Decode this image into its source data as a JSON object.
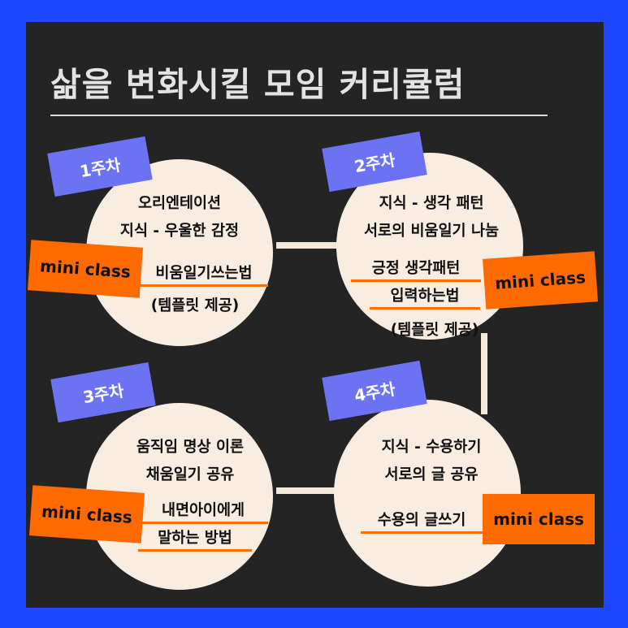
{
  "title": "삶을 변화시킬 모임 커리큘럼",
  "mini_label": "mini class",
  "weeks": [
    {
      "badge": "1주차",
      "lines": [
        "오리엔테이션",
        "지식 - 우울한 감정"
      ],
      "highlight": [
        "비움일기쓰는법"
      ],
      "note": "(템플릿 제공)"
    },
    {
      "badge": "2주차",
      "lines": [
        "지식 - 생각 패턴",
        "서로의 비움일기 나눔"
      ],
      "highlight": [
        "긍정 생각패턴",
        "입력하는법"
      ],
      "note": "(템플릿 제공)"
    },
    {
      "badge": "3주차",
      "lines": [
        "움직임 명상 이론",
        "채움일기 공유"
      ],
      "highlight": [
        "내면아이에게",
        "말하는 방법"
      ],
      "note": ""
    },
    {
      "badge": "4주차",
      "lines": [
        "지식 - 수용하기",
        "서로의 글 공유"
      ],
      "highlight": [
        "수용의 글쓰기"
      ],
      "note": ""
    }
  ],
  "colors": {
    "background": "#1f47ff",
    "panel": "#242424",
    "circle": "#f9ece0",
    "week_badge": "#6b73f3",
    "mini_badge": "#ff6b00",
    "underline": "#ff6f00"
  }
}
